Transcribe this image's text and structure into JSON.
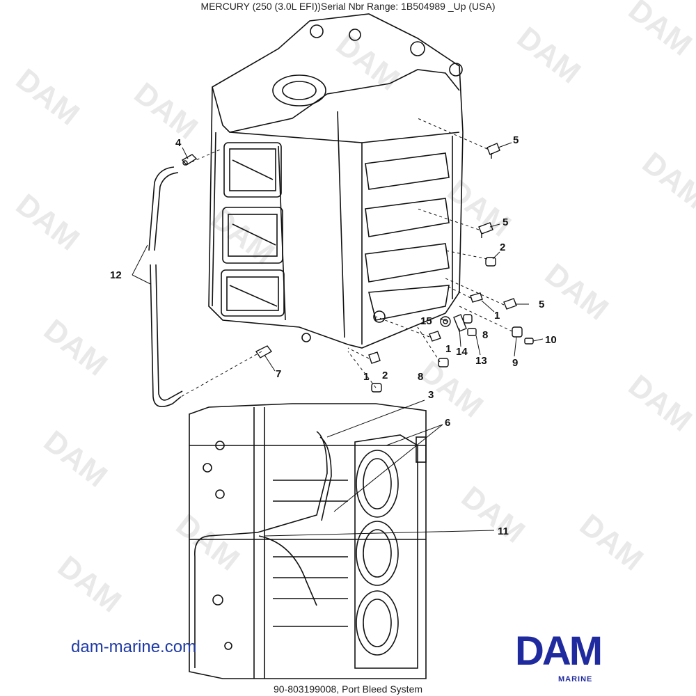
{
  "header": {
    "title": "MERCURY (250 (3.0L EFI))Serial Nbr Range: 1B504989 _Up (USA)"
  },
  "footer": {
    "caption": "90-803199008, Port Bleed System"
  },
  "website": "dam-marine.com",
  "brand": {
    "name": "DAM",
    "sub": "MARINE",
    "color": "#1f2a9e"
  },
  "watermark": "DAM",
  "callouts": {
    "c1a": "1",
    "c1b": "1",
    "c1c": "1",
    "c2a": "2",
    "c2b": "2",
    "c3": "3",
    "c4": "4",
    "c5a": "5",
    "c5b": "5",
    "c5c": "5",
    "c6": "6",
    "c7": "7",
    "c8a": "8",
    "c8b": "8",
    "c9": "9",
    "c10": "10",
    "c11": "11",
    "c12": "12",
    "c13": "13",
    "c14": "14",
    "c15": "15"
  }
}
